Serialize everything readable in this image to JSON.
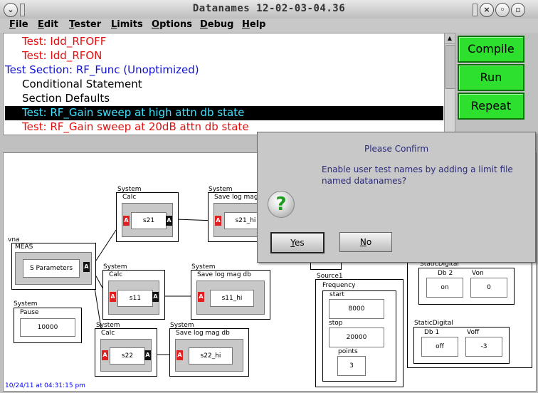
{
  "window": {
    "title": "Datanames 12-02-03-04.36"
  },
  "titlebar_buttons": {
    "menu": "⌄",
    "close": "×",
    "minimize": "◦",
    "maximize": "▫"
  },
  "menu": [
    {
      "label": "File",
      "u": "F",
      "rest": "ile"
    },
    {
      "label": "Edit",
      "u": "E",
      "rest": "dit"
    },
    {
      "label": "Tester",
      "u": "T",
      "rest": "ester"
    },
    {
      "label": "Limits",
      "u": "L",
      "rest": "imits"
    },
    {
      "label": "Options",
      "u": "O",
      "rest": "ptions"
    },
    {
      "label": "Debug",
      "u": "D",
      "rest": "ebug"
    },
    {
      "label": "Help",
      "u": "H",
      "rest": "elp"
    }
  ],
  "listing": [
    {
      "text": "Test: Idd_RFOFF",
      "color": "#e01010"
    },
    {
      "text": "Test: Idd_RFON",
      "color": "#e01010"
    },
    {
      "text": "Test Section: RF_Func (Unoptimized)",
      "color": "#1010d0"
    },
    {
      "text": "Conditional Statement",
      "color": "#000000"
    },
    {
      "text": "Section Defaults",
      "color": "#000000"
    },
    {
      "text": "Test: RF_Gain sweep at high attn db state",
      "color": "#40e0ff",
      "selected": true
    },
    {
      "text": "Test: RF_Gain sweep at 20dB attn db state",
      "color": "#e01010"
    }
  ],
  "side_buttons": {
    "compile": "Compile",
    "run": "Run",
    "repeat": "Repeat"
  },
  "diagram": {
    "vna_label": "vna",
    "meas": {
      "title": "MEAS",
      "value": "S Parameters"
    },
    "pause": {
      "category": "System",
      "title": "Pause",
      "value": "10000"
    },
    "calc1": {
      "category": "System",
      "title": "Calc",
      "value": "s21"
    },
    "calc2": {
      "category": "System",
      "title": "Calc",
      "value": "s11"
    },
    "calc3": {
      "category": "System",
      "title": "Calc",
      "value": "s22"
    },
    "save1": {
      "category": "System",
      "title": "Save log mag db",
      "value": "s21_hi"
    },
    "save2": {
      "category": "System",
      "title": "Save log mag db",
      "value": "s11_hi"
    },
    "save3": {
      "category": "System",
      "title": "Save log mag db",
      "value": "s22_hi"
    },
    "source": {
      "name": "Source1",
      "title": "Frequency",
      "start_label": "start",
      "start": "8000",
      "stop_label": "stop",
      "stop": "20000",
      "points_label": "points",
      "points": "3"
    },
    "sd1": {
      "title": "StaticDigital",
      "a_label": "Db 2",
      "a_value": "on",
      "b_label": "Von",
      "b_value": "0"
    },
    "sd2": {
      "title": "StaticDigital",
      "a_label": "Db 1",
      "a_value": "off",
      "b_label": "Voff",
      "b_value": "-3"
    },
    "pin_in": "A",
    "pin_out": "A",
    "timestamp": "10/24/11 at 04:31:15 pm"
  },
  "dialog": {
    "title": "Please Confirm",
    "message": "Enable user test names by adding a limit file named datanames?",
    "icon": "?",
    "yes_u": "Y",
    "yes_rest": "es",
    "no_u": "N",
    "no_rest": "o"
  }
}
